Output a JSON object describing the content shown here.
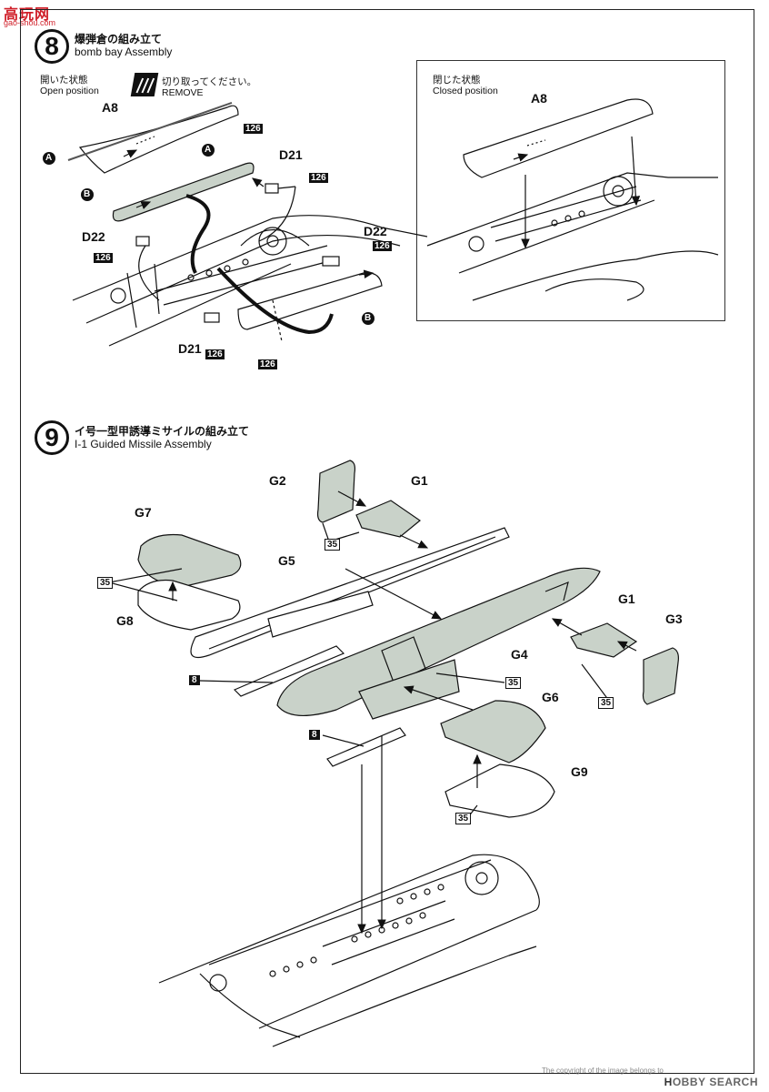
{
  "watermark": {
    "site": "高玩网",
    "url": "gao-shou.com"
  },
  "step8": {
    "number": "8",
    "title_ja": "爆弾倉の組み立て",
    "title_en": "bomb bay Assembly",
    "open_ja": "開いた状態",
    "open_en": "Open position",
    "remove_ja": "切り取ってください。",
    "remove_en": "REMOVE",
    "closed_ja": "閉じた状態",
    "closed_en": "Closed position",
    "labels": {
      "a8": "A8",
      "a": "A",
      "b": "B",
      "d21": "D21",
      "d22": "D22",
      "n126": "126"
    }
  },
  "step9": {
    "number": "9",
    "title_ja": "イ号一型甲誘導ミサイルの組み立て",
    "title_en": "I-1 Guided Missile Assembly",
    "labels": {
      "g1": "G1",
      "g2": "G2",
      "g3": "G3",
      "g4": "G4",
      "g5": "G5",
      "g6": "G6",
      "g7": "G7",
      "g8": "G8",
      "g9": "G9",
      "n35": "35",
      "n8": "8"
    }
  },
  "footer": {
    "brand": "H",
    "brand_rest": "OBBY",
    "search": "SEARCH",
    "note": "The copyright of the image belongs to"
  },
  "colors": {
    "part_fill": "#c9d2c9",
    "line": "#111111",
    "watermark": "#d0202a"
  }
}
